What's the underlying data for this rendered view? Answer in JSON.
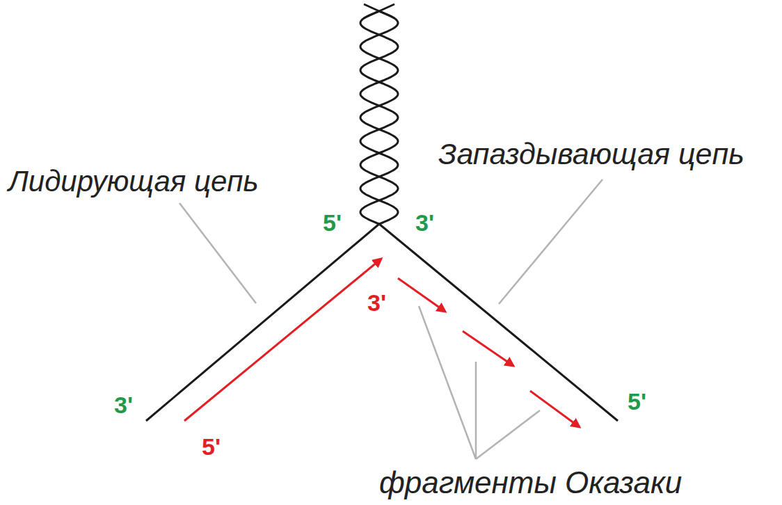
{
  "diagram": {
    "labels": [
      "Запаздывающая цепь",
      "Лидирующая цепь",
      "5'",
      "3'",
      "3'",
      "3'",
      "5'",
      "5'",
      "фрагменты Оказаки"
    ]
  }
}
